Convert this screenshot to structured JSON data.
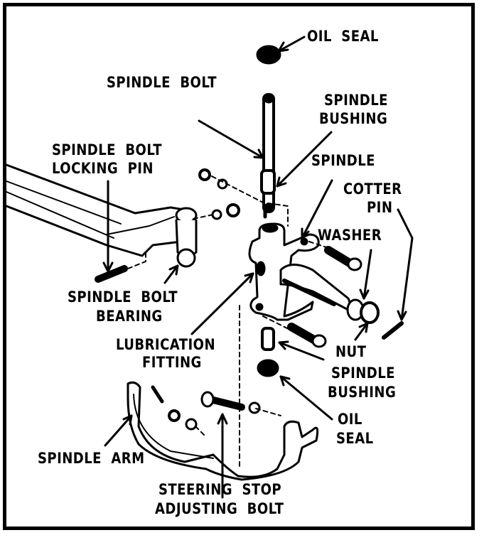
{
  "figure": {
    "title": "Front spindle assembly - exploded view",
    "labels": {
      "oil_seal_top": "OIL  SEAL",
      "spindle_bolt": "SPINDLE  BOLT",
      "spindle_bushing_top_1": "SPINDLE",
      "spindle_bushing_top_2": "BUSHING",
      "spindle_bolt_locking_pin_1": "SPINDLE  BOLT",
      "spindle_bolt_locking_pin_2": "LOCKING  PIN",
      "spindle": "SPINDLE",
      "cotter_pin_1": "COTTER",
      "cotter_pin_2": "PIN",
      "washer": "WASHER",
      "spindle_bolt_bearing_1": "SPINDLE  BOLT",
      "spindle_bolt_bearing_2": "BEARING",
      "lubrication_fitting_1": "LUBRICATION",
      "lubrication_fitting_2": "FITTING",
      "nut": "NUT",
      "spindle_bushing_bottom_1": "SPINDLE",
      "spindle_bushing_bottom_2": "BUSHING",
      "oil_seal_bottom_1": "OIL",
      "oil_seal_bottom_2": "SEAL",
      "spindle_arm": "SPINDLE  ARM",
      "steering_stop_1": "STEERING  STOP",
      "steering_stop_2": "ADJUSTING  BOLT"
    },
    "colors": {
      "ink": "#000000",
      "paper": "#ffffff"
    }
  }
}
